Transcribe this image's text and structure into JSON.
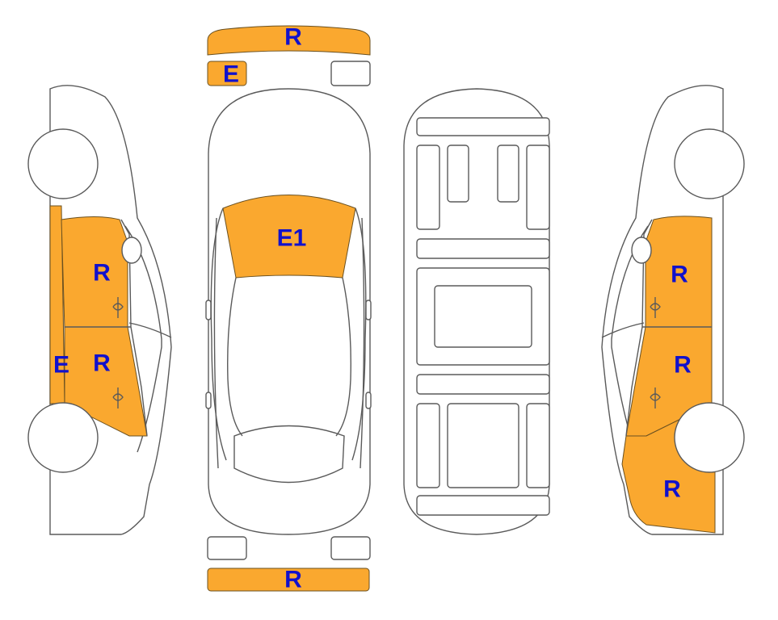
{
  "colors": {
    "damage_fill": "#FAA82F",
    "label_text": "#1111CC",
    "outline": "#5a5a5a"
  },
  "labels": {
    "front_bumper": "R",
    "front_left_small": "E",
    "hood": "E1",
    "left_front_door": "R",
    "left_rear_door": "R",
    "left_rocker": "E",
    "right_front_door": "R",
    "right_rear_door": "R",
    "right_rear_quarter": "R",
    "rear_bumper": "R"
  }
}
